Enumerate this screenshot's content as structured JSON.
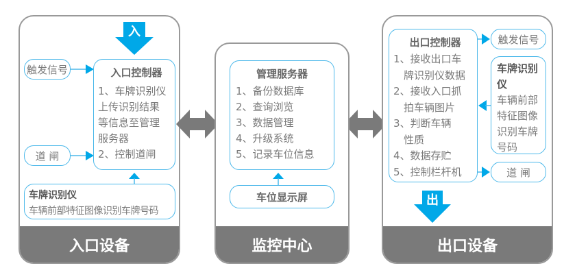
{
  "entrance": {
    "band": "入口设备",
    "arrow": "入",
    "trigger": "触发信号",
    "gate": "道 闸",
    "controller": {
      "title": "入口控制器",
      "lines": [
        "1、车牌识别仪",
        "上传识别结果",
        "等信息至管理",
        "服务器",
        "2、控制道闸"
      ]
    },
    "lpr": {
      "title": "车牌识别仪",
      "desc": "车辆前部特征图像识别车牌号码"
    }
  },
  "center": {
    "band": "监控中心",
    "server": {
      "title": "管理服务器",
      "lines": [
        "1、备份数据库",
        "2、查询浏览",
        "3、数据管理",
        "4、升级系统",
        "5、记录车位信息"
      ]
    },
    "display": "车位显示屏"
  },
  "exit": {
    "band": "出口设备",
    "arrow": "出",
    "trigger": "触发信号",
    "gate": "道 闸",
    "controller": {
      "title": "出口控制器",
      "lines": [
        "1、接收出口车",
        "　牌识别仪数据",
        "2、接收入口抓",
        "　拍车辆图片",
        "3、判断车辆",
        "　性质",
        "4、数据存贮",
        "5、控制栏杆机"
      ]
    },
    "lpr": {
      "title": "车牌识别仪",
      "desc": "车辆前部特征图像识别车牌号码"
    }
  },
  "colors": {
    "blue": "#00a8e8",
    "gray": "#7a7a7a"
  }
}
